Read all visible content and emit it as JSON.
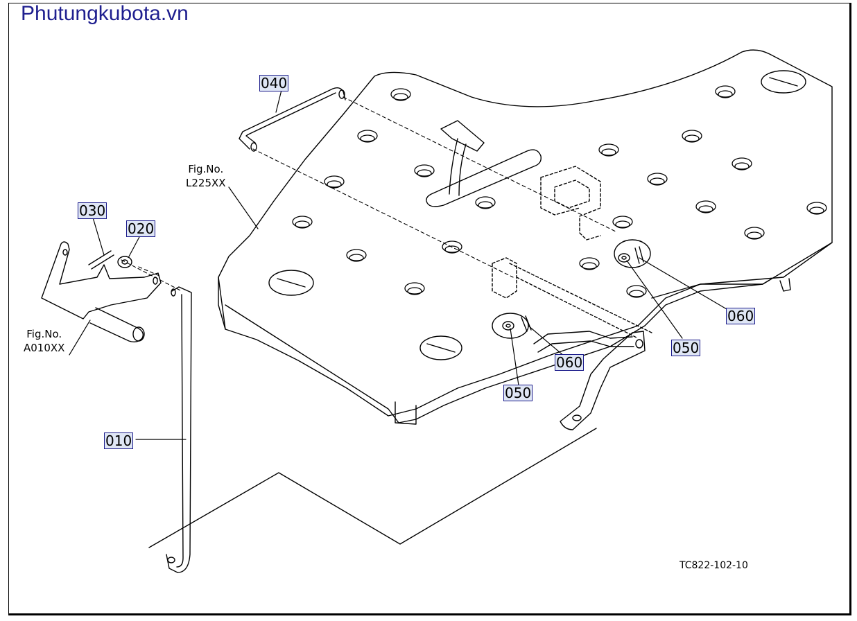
{
  "site_title": "Phutungkubota.vn",
  "drawing_id": "TC822-102-10",
  "fig_refs": [
    {
      "name": "fig-ref-l225xx",
      "label": "Fig.No.",
      "code": "L225XX"
    },
    {
      "name": "fig-ref-a010xx",
      "label": "Fig.No.",
      "code": "A010XX"
    }
  ],
  "callouts": {
    "c040": "040",
    "c030": "030",
    "c020": "020",
    "c010": "010",
    "c060a": "060",
    "c050a": "050",
    "c060b": "060",
    "c050b": "050"
  }
}
